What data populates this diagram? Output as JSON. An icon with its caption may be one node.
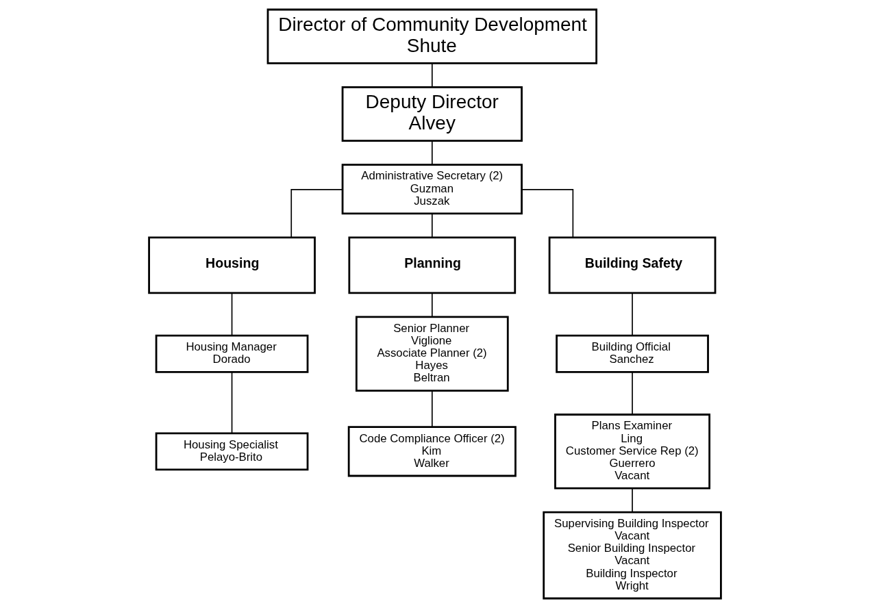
{
  "diagram": {
    "nodes": [
      {
        "text": [
          "Director of Community Development",
          "Shute"
        ]
      },
      {
        "text": [
          "Deputy Director",
          "Alvey"
        ]
      },
      {
        "text": [
          "Administrative Secretary (2)",
          "Guzman",
          "Juszak"
        ]
      },
      {
        "text": [
          "Housing"
        ]
      },
      {
        "text": [
          "Planning"
        ]
      },
      {
        "text": [
          "Building Safety"
        ]
      },
      {
        "text": [
          "Housing Manager",
          "Dorado"
        ]
      },
      {
        "text": [
          "Housing Specialist",
          "Pelayo-Brito"
        ]
      },
      {
        "text": [
          "Senior Planner",
          "Viglione",
          "Associate Planner (2)",
          "Hayes",
          "Beltran"
        ]
      },
      {
        "text": [
          "Code Compliance Officer (2)",
          "Kim",
          "Walker"
        ]
      },
      {
        "text": [
          "Building Official",
          "Sanchez"
        ]
      },
      {
        "text": [
          "Plans Examiner",
          "Ling",
          "Customer Service Rep (2)",
          "Guerrero",
          "Vacant"
        ]
      },
      {
        "text": [
          "Supervising Building Inspector",
          "Vacant",
          "Senior Building Inspector",
          "Vacant",
          "Building Inspector",
          "Wright"
        ]
      }
    ],
    "edges": [
      {
        "from": 0,
        "to": 1,
        "arrow": "none"
      },
      {
        "from": 1,
        "to": 2,
        "arrow": "none"
      },
      {
        "from": 2,
        "to": 3,
        "arrow": "none"
      },
      {
        "from": 2,
        "to": 4,
        "arrow": "none"
      },
      {
        "from": 2,
        "to": 5,
        "arrow": "none"
      },
      {
        "from": 3,
        "to": 6,
        "arrow": "none"
      },
      {
        "from": 6,
        "to": 7,
        "arrow": "none"
      },
      {
        "from": 4,
        "to": 8,
        "arrow": "none"
      },
      {
        "from": 8,
        "to": 9,
        "arrow": "none"
      },
      {
        "from": 5,
        "to": 10,
        "arrow": "none"
      },
      {
        "from": 10,
        "to": 11,
        "arrow": "none"
      },
      {
        "from": 11,
        "to": 12,
        "arrow": "none"
      }
    ]
  }
}
